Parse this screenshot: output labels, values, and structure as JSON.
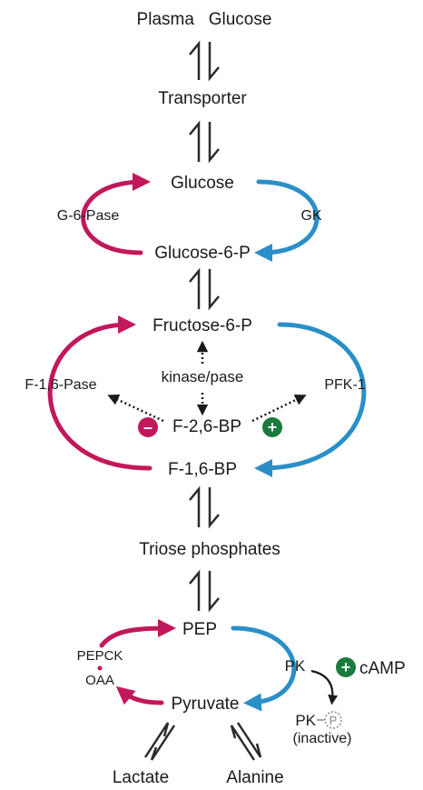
{
  "labels": {
    "plasma_glucose": "Plasma   Glucose",
    "transporter": "Transporter",
    "glucose": "Glucose",
    "g6pase": "G-6-Pase",
    "gk": "GK",
    "glucose_6_p": "Glucose-6-P",
    "fructose_6_p": "Fructose-6-P",
    "kinase_pase": "kinase/pase",
    "f16pase": "F-1,6-Pase",
    "pfk1": "PFK-1",
    "f26bp": "F-2,6-BP",
    "f16bp": "F-1,6-BP",
    "triose_phosphates": "Triose phosphates",
    "pep": "PEP",
    "pepck": "PEPCK",
    "oaa": "OAA",
    "pk": "PK",
    "camp": "cAMP",
    "pyruvate": "Pyruvate",
    "pk_p": "PK",
    "p_symbol": "P",
    "inactive": "(inactive)",
    "lactate": "Lactate",
    "alanine": "Alanine",
    "minus": "–",
    "plus": "+",
    "plus_camp": "+"
  },
  "colors": {
    "gluconeogenic": "#c2185b",
    "glycolytic": "#2a8fc7",
    "activator": "#1b7a3e",
    "text": "#1a1a1a"
  }
}
